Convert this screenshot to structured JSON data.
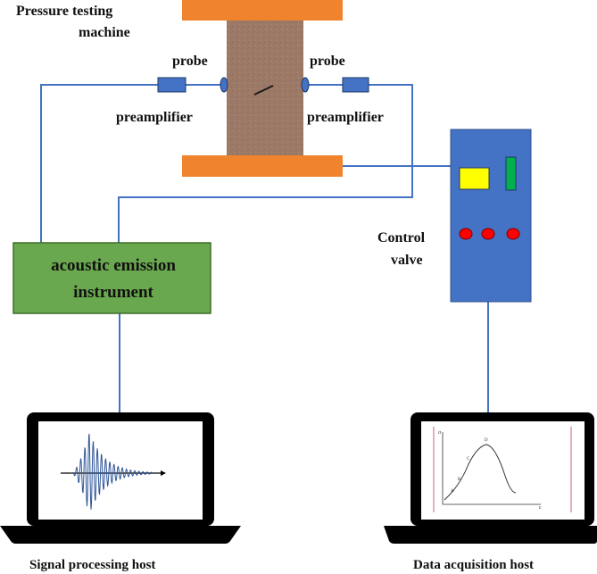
{
  "labels": {
    "pressure_line1": "Pressure testing",
    "pressure_line2": "machine",
    "probe_left": "probe",
    "probe_right": "probe",
    "preamp_left": "preamplifier",
    "preamp_right": "preamplifier",
    "control_line1": "Control",
    "control_line2": "valve",
    "ae_line1": "acoustic emission",
    "ae_line2": "instrument",
    "signal_host": "Signal processing host",
    "data_host": "Data acquisition host"
  },
  "graph_letters": {
    "y_axis": "σ",
    "a": "A",
    "b": "B",
    "c": "C",
    "d": "D",
    "x_axis": "ε"
  },
  "colors": {
    "platen": "#f0832e",
    "specimen": "#9c7a67",
    "wire": "#4472c4",
    "instrument": "#6aa84f",
    "instrument_border": "#3d6e2a",
    "valve_box": "#4472c4",
    "valve_display": "#ffff00",
    "valve_indicator": "#00b050",
    "valve_buttons": "#ff0000",
    "laptop": "#000000",
    "waveform": "#2f5597"
  },
  "icons": {
    "probe": "probe-icon",
    "preamplifier": "preamplifier-icon",
    "laptop": "laptop-icon",
    "waveform": "acoustic-waveform-icon",
    "stress_strain": "stress-strain-curve-icon"
  }
}
